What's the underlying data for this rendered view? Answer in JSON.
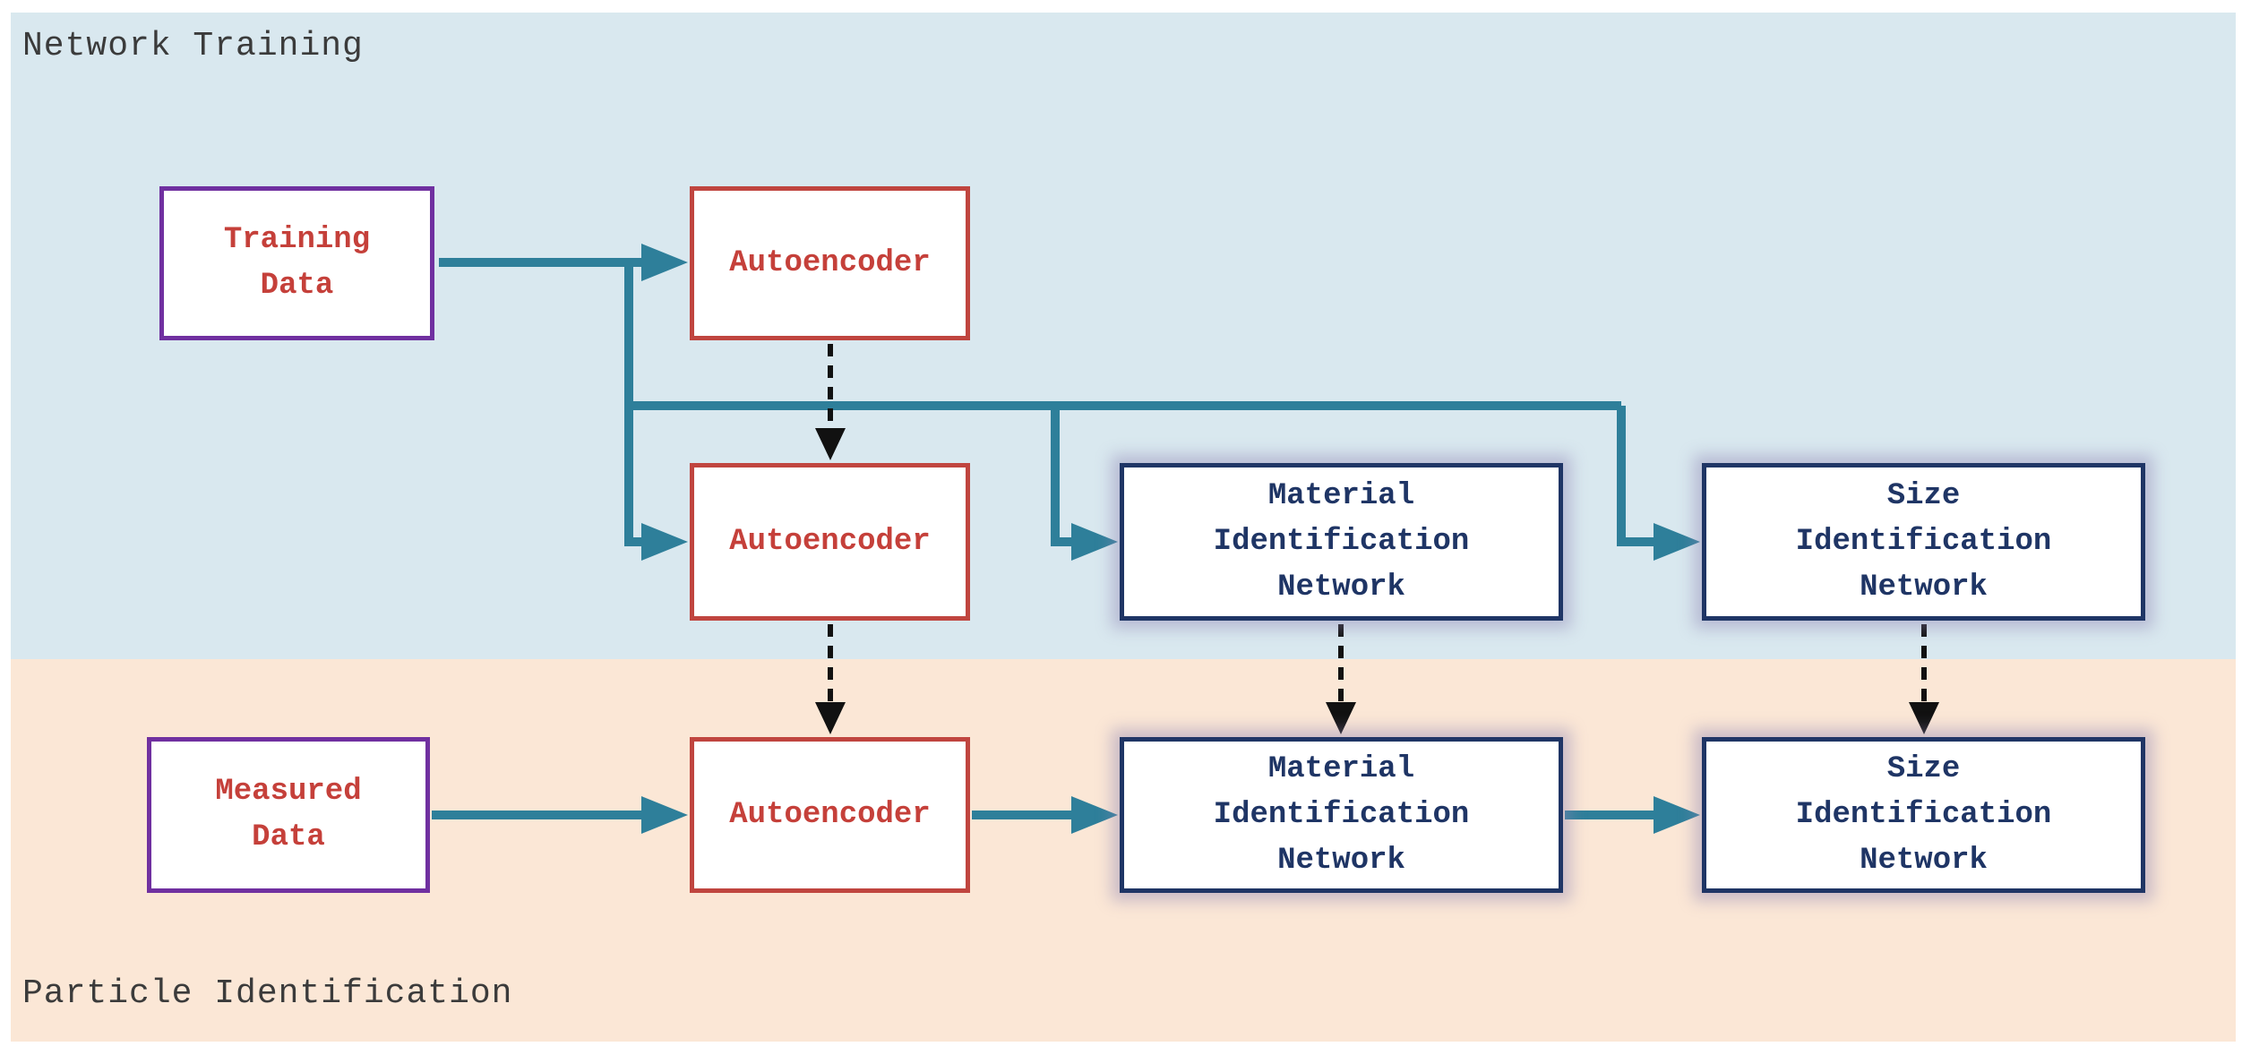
{
  "regions": {
    "network_training": {
      "label": "Network Training"
    },
    "particle_identification": {
      "label": "Particle Identification"
    }
  },
  "boxes": {
    "training_data": {
      "label": "Training\nData",
      "type": "data"
    },
    "autoencoder_train_1": {
      "label": "Autoencoder",
      "type": "autoencoder"
    },
    "autoencoder_train_2": {
      "label": "Autoencoder",
      "type": "autoencoder"
    },
    "material_net_train": {
      "label": "Material\nIdentification\nNetwork",
      "type": "network"
    },
    "size_net_train": {
      "label": "Size\nIdentification\nNetwork",
      "type": "network"
    },
    "measured_data": {
      "label": "Measured\nData",
      "type": "data"
    },
    "autoencoder_inference": {
      "label": "Autoencoder",
      "type": "autoencoder"
    },
    "material_net_inference": {
      "label": "Material\nIdentification\nNetwork",
      "type": "network"
    },
    "size_net_inference": {
      "label": "Size\nIdentification\nNetwork",
      "type": "network"
    }
  },
  "colors": {
    "region-training-bg": "#d9e8ef",
    "region-identification-bg": "#fbe7d6",
    "connector-teal": "#2e7f9a",
    "dashed-black": "#111111",
    "data-box-border": "#7030a0",
    "autoencoder-border": "#c0453f",
    "network-border": "#1f3565",
    "red-text": "#c5403a",
    "navy-text": "#1f3565",
    "label-text": "#3b3b3b",
    "box-bg": "#ffffff"
  }
}
